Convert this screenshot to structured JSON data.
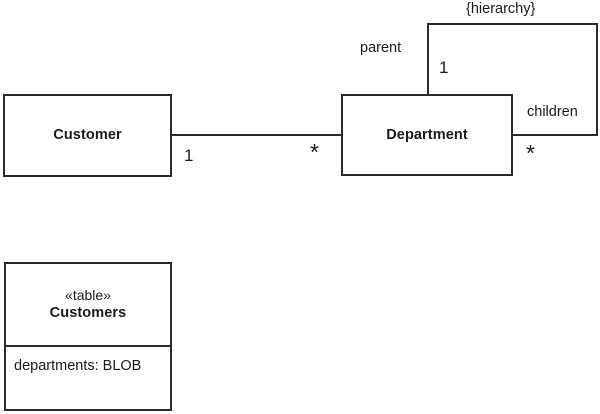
{
  "diagram": {
    "title": "Department hierarchy and Customer association",
    "notation": "UML class diagram",
    "background_color": "#ffffff",
    "line_color": "#2b2b2b",
    "text_color": "#1a1a1a"
  },
  "classes": {
    "customer": {
      "name": "Customer"
    },
    "department": {
      "name": "Department"
    },
    "customers_table": {
      "stereotype": "«table»",
      "name": "Customers",
      "attributes": [
        "departments: BLOB"
      ]
    }
  },
  "associations": {
    "customer_department": {
      "source_multiplicity": "1",
      "target_multiplicity": "*"
    },
    "department_hierarchy": {
      "constraint": "{hierarchy}",
      "parent_role": "parent",
      "parent_multiplicity": "1",
      "children_role": "children",
      "children_multiplicity": "*"
    }
  }
}
